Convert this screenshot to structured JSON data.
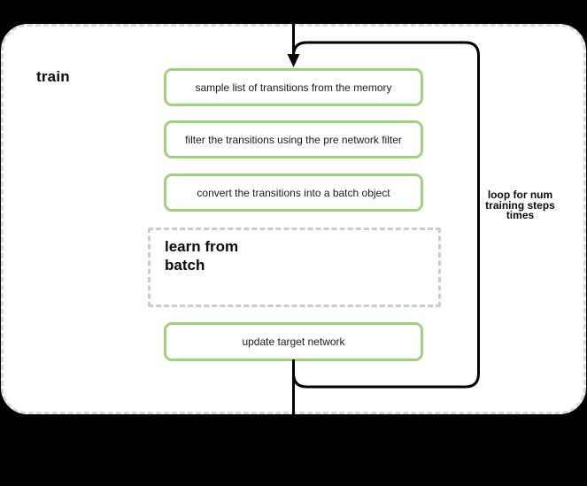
{
  "diagram": {
    "type": "flowchart",
    "title": "train",
    "loop_label": "loop for num training steps times",
    "nodes": [
      {
        "label": "sample list of transitions from the memory"
      },
      {
        "label": "filter the transitions using the pre network filter"
      },
      {
        "label": "convert the transitions into a batch object"
      },
      {
        "label": "learn from batch"
      },
      {
        "label": "update target network"
      }
    ],
    "colors": {
      "background": "#000000",
      "surface": "#ffffff",
      "node_border": "#9ed180",
      "container_border": "#d9d9d9",
      "subgroup_border": "#cccccc",
      "edge": "#000000"
    }
  }
}
